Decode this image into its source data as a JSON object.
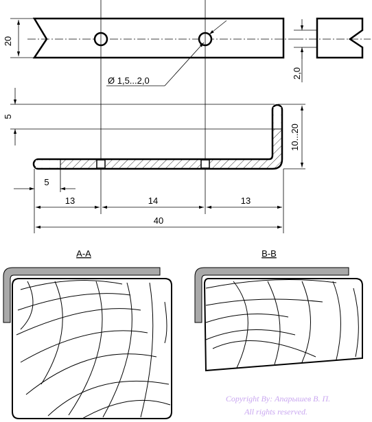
{
  "dimensions": {
    "height_20": "20",
    "hole_diameter": "Ø 1,5...2,0",
    "notch_depth": "2,0",
    "offset_5_vertical": "5",
    "height_range": "10...20",
    "offset_5_horizontal": "5",
    "seg_left": "13",
    "seg_middle": "14",
    "seg_right": "13",
    "total_length": "40"
  },
  "sections": {
    "a_label": "А-А",
    "b_label": "В-В"
  },
  "copyright": {
    "line1": "Copyright By: Апарышев В. П.",
    "line2": "All rights reserved."
  }
}
